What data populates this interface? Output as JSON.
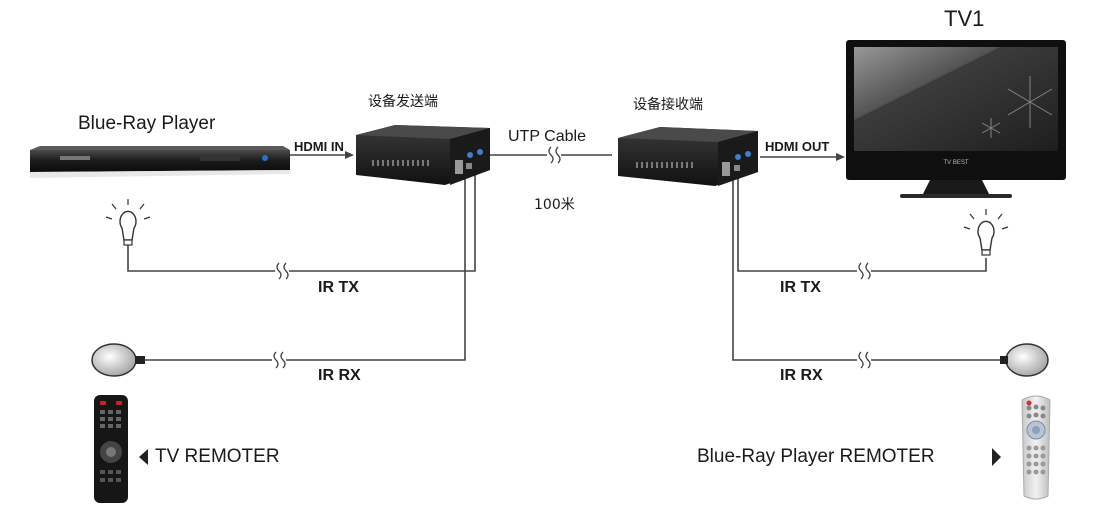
{
  "devices": {
    "source": "Blue-Ray Player",
    "display": "TV1",
    "transmitter": "设备发送端",
    "receiver": "设备接收端"
  },
  "links": {
    "hdmi_in": "HDMI IN",
    "hdmi_out": "HDMI OUT",
    "cable": "UTP Cable",
    "distance": "100米",
    "ir_tx_left": "IR TX",
    "ir_rx_left": "IR RX",
    "ir_tx_right": "IR TX",
    "ir_rx_right": "IR RX"
  },
  "remotes": {
    "left": "TV REMOTER",
    "right": "Blue-Ray Player REMOTER"
  },
  "tv_brand": "TV BEST",
  "colors": {
    "line": "#444444",
    "device_body": "#1f1f1f",
    "tv_bezel": "#111111",
    "screen": "#3a3a3a"
  }
}
